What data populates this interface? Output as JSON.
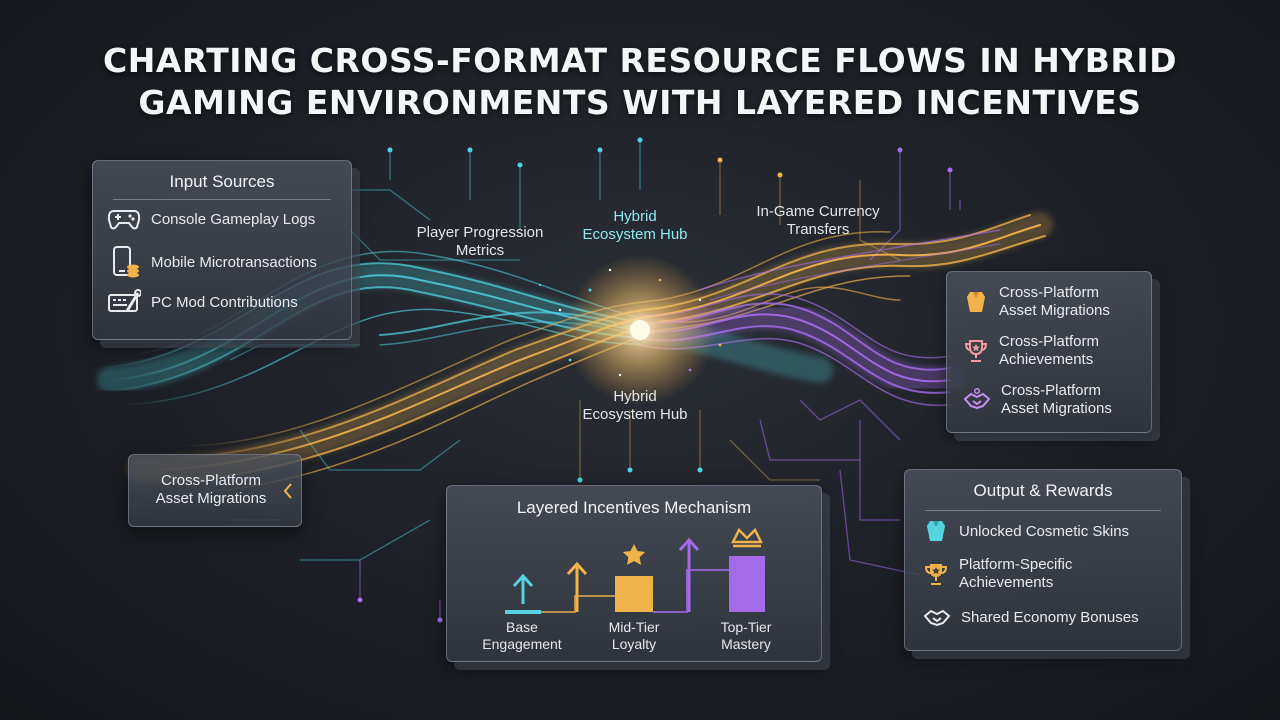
{
  "title": {
    "line1": "CHARTING CROSS-FORMAT RESOURCE FLOWS IN HYBRID",
    "line2": "GAMING ENVIRONMENTS WITH LAYERED INCENTIVES"
  },
  "input_sources": {
    "title": "Input Sources",
    "items": [
      {
        "label": "Console Gameplay Logs",
        "icon": "gamepad-icon"
      },
      {
        "label": "Mobile Microtransactions",
        "icon": "phone-coins-icon"
      },
      {
        "label": "PC Mod Contributions",
        "icon": "keyboard-wrench-icon"
      }
    ]
  },
  "flow_labels": {
    "player_progression": [
      "Player Progression",
      "Metrics"
    ],
    "hub_top": [
      "Hybrid",
      "Ecosystem Hub"
    ],
    "currency_transfers": [
      "In-Game Currency",
      "Transfers"
    ],
    "hub_bottom": [
      "Hybrid",
      "Ecosystem Hub"
    ]
  },
  "left_box": {
    "line1": "Cross-Platform",
    "line2": "Asset Migrations"
  },
  "right_box": {
    "items": [
      {
        "line1": "Cross-Platform",
        "line2": "Asset Migrations",
        "icon": "cape-icon"
      },
      {
        "line1": "Cross-Platform",
        "line2": "Achievements",
        "icon": "trophy-icon"
      },
      {
        "line1": "Cross-Platform",
        "line2": "Asset Migrations",
        "icon": "handshake-icon"
      }
    ]
  },
  "incentives": {
    "title": "Layered Incentives Mechanism",
    "tiers": [
      {
        "line1": "Base",
        "line2": "Engagement",
        "color": "#56d3e0"
      },
      {
        "line1": "Mid-Tier",
        "line2": "Loyalty",
        "color": "#f0b24a"
      },
      {
        "line1": "Top-Tier",
        "line2": "Mastery",
        "color": "#a36be8"
      }
    ]
  },
  "outputs": {
    "title": "Output & Rewards",
    "items": [
      {
        "line1": "Unlocked Cosmetic Skins",
        "line2": "",
        "icon": "cape-icon"
      },
      {
        "line1": "Platform-Specific",
        "line2": "Achievements",
        "icon": "trophy-icon"
      },
      {
        "line1": "Shared Economy Bonuses",
        "line2": "",
        "icon": "handshake-icon"
      }
    ]
  },
  "colors": {
    "cyan": "#4fd6e6",
    "gold": "#f2b34c",
    "purple": "#a86ef0"
  }
}
